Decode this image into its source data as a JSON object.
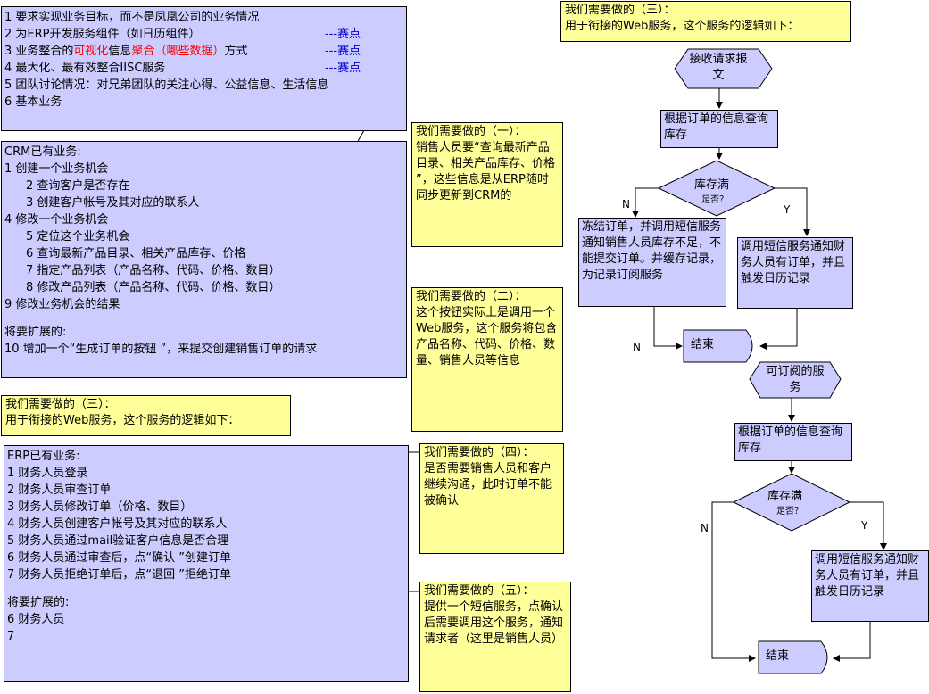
{
  "goals": [
    {
      "text": "1 要求实现业务目标，而不是凤凰公司的业务情况",
      "tag": ""
    },
    {
      "text": "2 为ERP开发服务组件（如日历组件）",
      "tag": "---赛点"
    },
    {
      "pre": "3 业务整合的",
      "red1": "可视化",
      "mid": "信息",
      "red2": "聚合（哪些数据）",
      "post": "方式",
      "tag": "---赛点"
    },
    {
      "text": "4 最大化、最有效整合IISC服务",
      "tag": "---赛点"
    },
    {
      "text": "5 团队讨论情况：对兄弟团队的关注心得、公益信息、生活信息",
      "tag": ""
    },
    {
      "text": "6 基本业务",
      "tag": ""
    }
  ],
  "crm": {
    "title": "CRM已有业务:",
    "items": [
      {
        "text": "1 创建一个业务机会",
        "indent": false
      },
      {
        "text": "2 查询客户是否存在",
        "indent": true
      },
      {
        "text": "3 创建客户帐号及其对应的联系人",
        "indent": true
      },
      {
        "text": "4 修改一个业务机会",
        "indent": false
      },
      {
        "text": "5 定位这个业务机会",
        "indent": true
      },
      {
        "text": "6 查询最新产品目录、相关产品库存、价格",
        "indent": true
      },
      {
        "text": "7 指定产品列表（产品名称、代码、价格、数目）",
        "indent": true
      },
      {
        "text": "8 修改产品列表（产品名称、代码、价格、数目）",
        "indent": true
      },
      {
        "text": "9 修改业务机会的结果",
        "indent": false
      }
    ],
    "ext_title": "将要扩展的:",
    "ext_items": [
      "10 增加一个“生成订单的按钮 ”，来提交创建销售订单的请求"
    ]
  },
  "erp": {
    "title": "ERP已有业务:",
    "items": [
      "1 财务人员登录",
      "2 财务人员审查订单",
      "3 财务人员修改订单（价格、数目）",
      "4 财务人员创建客户帐号及其对应的联系人",
      "5 财务人员通过mail验证客户信息是否合理",
      "6 财务人员通过审查后，点“确认 ”创建订单",
      "7 财务人员拒绝订单后，点“退回 ”拒绝订单"
    ],
    "ext_title": "将要扩展的:",
    "ext_items": [
      "6 财务人员",
      "7"
    ]
  },
  "notes": {
    "n1": {
      "title": "我们需要做的（一）：",
      "body": "销售人员要“查询最新产品目录、相关产品库存、价格 ”，这些信息是从ERP随时同步更新到CRM的"
    },
    "n2": {
      "title": "我们需要做的（二）：",
      "body": "这个按钮实际上是调用一个Web服务，这个服务将包含产品名称、代码、价格、数量、销售人员等信息"
    },
    "n3_left": {
      "title": "我们需要做的（三）：",
      "body": "用于衔接的Web服务，这个服务的逻辑如下："
    },
    "n3_right": {
      "title": "我们需要做的（三）：",
      "body": "用于衔接的Web服务，这个服务的逻辑如下："
    },
    "n4": {
      "title": "我们需要做的（四）：",
      "body": "是否需要销售人员和客户继续沟通，此时订单不能被确认"
    },
    "n5": {
      "title": "我们需要做的（五）：",
      "body": "提供一个短信服务，点确认后需要调用这个服务，通知请求者（这里是销售人员）"
    }
  },
  "flow1": {
    "start": "接收请求报文",
    "query": "根据订单的信息查询库存",
    "decision_main": "库存满",
    "decision_sub": "足否？",
    "no_label": "N",
    "yes_label": "Y",
    "no_action": "冻结订单，并调用短信服务通知销售人员库存不足，不能提交订单。并缓存记录，为记录订阅服务",
    "yes_action": "调用短信服务通知财务人员有订单，并且触发日历记录",
    "n_end_label": "N",
    "end": "结束"
  },
  "flow2": {
    "start": "可订阅的服务",
    "query": "根据订单的信息查询库存",
    "decision_main": "库存满",
    "decision_sub": "足否？",
    "no_label": "N",
    "yes_label": "Y",
    "yes_action": "调用短信服务通知财务人员有订单，并且触发日历记录",
    "end": "结束"
  }
}
